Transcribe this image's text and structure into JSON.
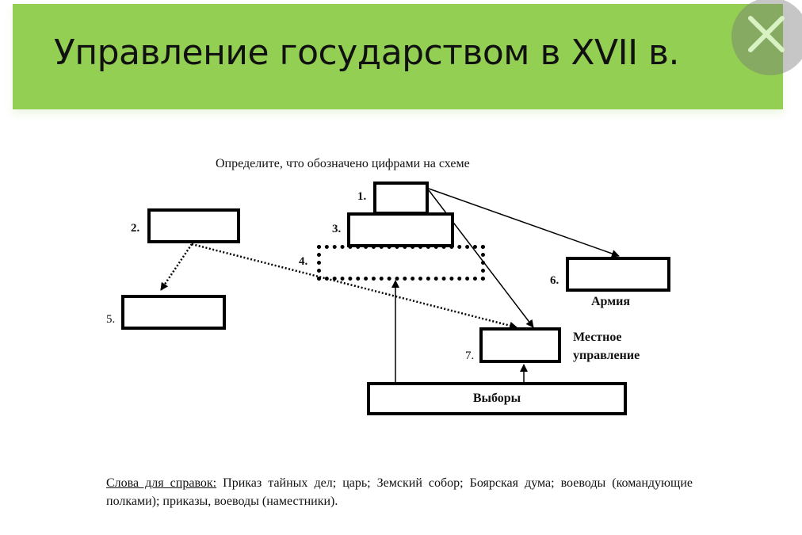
{
  "header": {
    "title": "Управление государством в XVII в.",
    "background_color": "#92cf52",
    "close_icon": "close-icon"
  },
  "diagram": {
    "instruction": "Определите, что обозначено цифрами на схеме",
    "boxes": [
      {
        "id": "1",
        "number_label": "1.",
        "content": ""
      },
      {
        "id": "2",
        "number_label": "2.",
        "content": ""
      },
      {
        "id": "3",
        "number_label": "3.",
        "content": ""
      },
      {
        "id": "4",
        "number_label": "4.",
        "content": "",
        "style": "dotted"
      },
      {
        "id": "5",
        "number_label": "5.",
        "content": ""
      },
      {
        "id": "6",
        "number_label": "6.",
        "content": "",
        "caption": "Армия"
      },
      {
        "id": "7",
        "number_label": "7.",
        "content": "",
        "caption_line1": "Местное",
        "caption_line2": "управление"
      },
      {
        "id": "elections",
        "number_label": "",
        "content": "Выборы"
      }
    ],
    "connections": [
      {
        "from": "1",
        "to": "6",
        "style": "solid",
        "arrow": true
      },
      {
        "from": "1",
        "to": "7",
        "style": "solid",
        "arrow": true
      },
      {
        "from": "2",
        "to": "5",
        "style": "dotted",
        "arrow": true
      },
      {
        "from": "2",
        "to": "7",
        "style": "dotted",
        "arrow": true
      },
      {
        "from": "elections",
        "to": "4",
        "style": "solid",
        "arrow": true
      },
      {
        "from": "elections",
        "to": "7",
        "style": "solid",
        "arrow": true
      }
    ]
  },
  "reference": {
    "label": "Слова для справок:",
    "text": " Приказ тайных дел; царь; Земский собор; Боярская дума; воеводы (командующие полками); приказы, воеводы (наместники)."
  }
}
